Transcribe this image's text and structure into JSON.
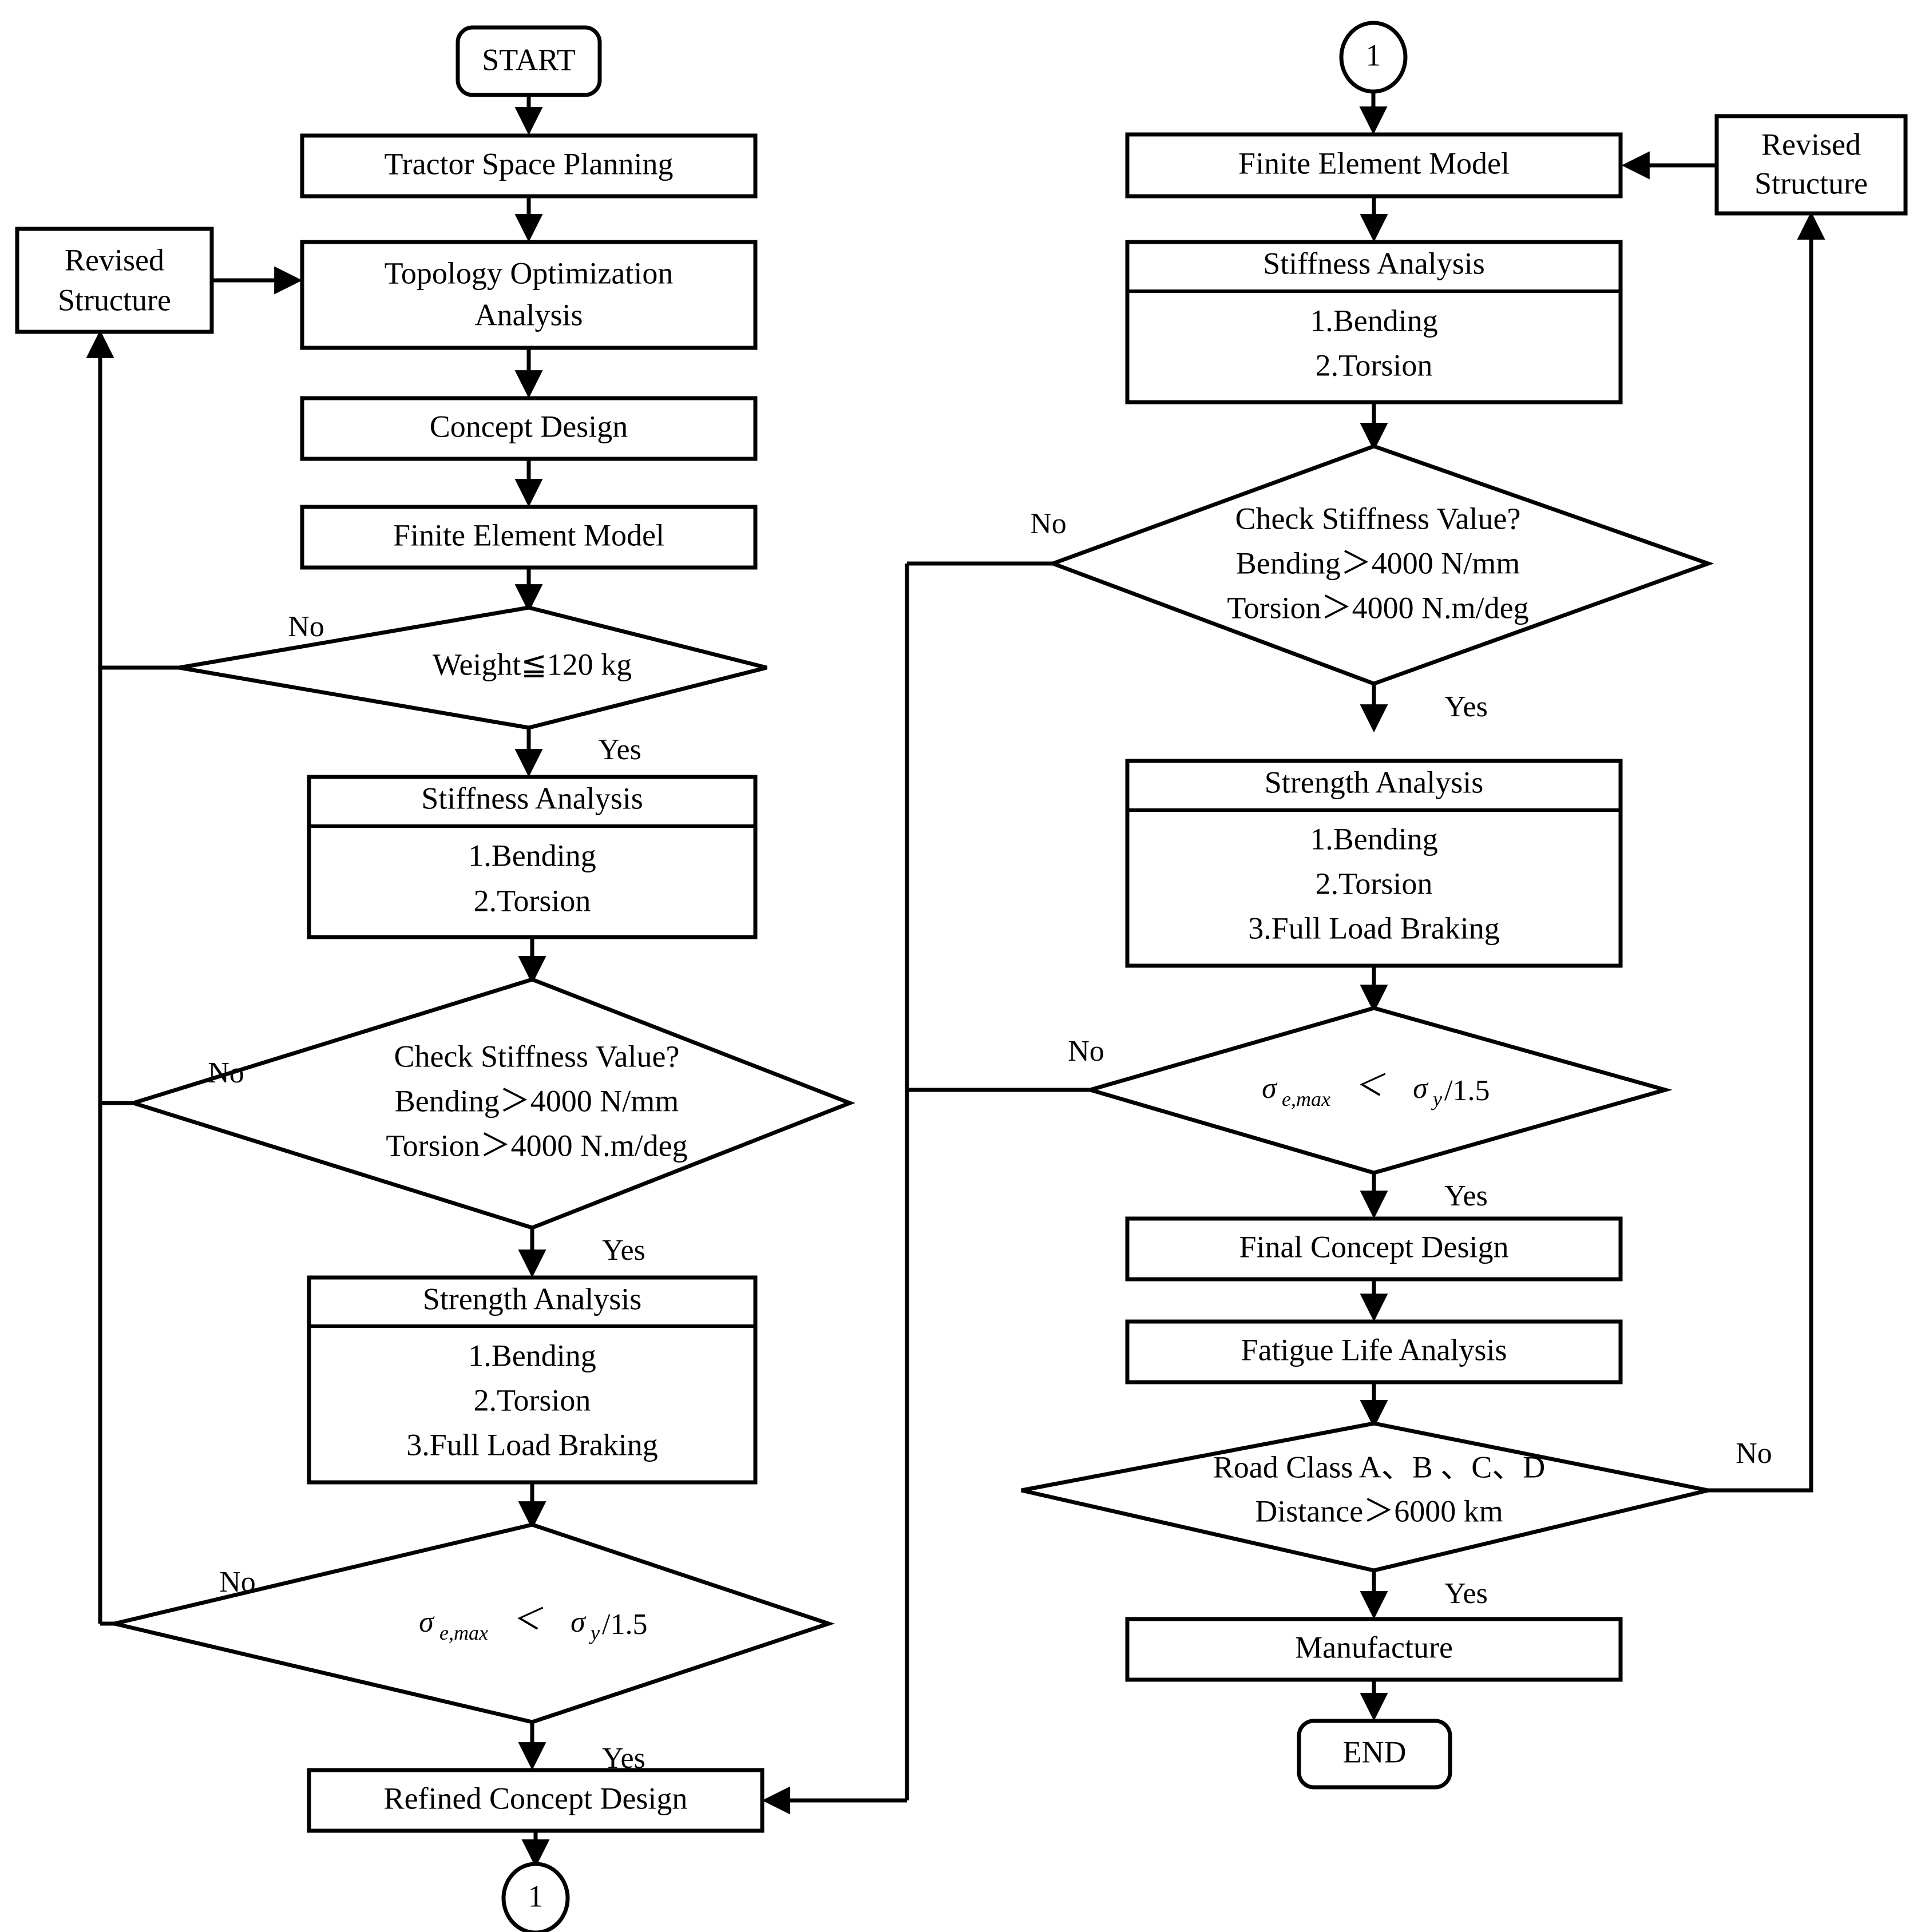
{
  "diagram": {
    "title": "Tractor Frame Design Process Flowchart",
    "type": "flowchart",
    "colors": {
      "stroke": "#000000",
      "fill": "#ffffff",
      "text": "#000000"
    }
  },
  "left_column": {
    "start": {
      "label": "START"
    },
    "tractor_space_planning": {
      "label": "Tractor  Space  Planning"
    },
    "topology_optimization": {
      "line1": "Topology  Optimization",
      "line2": "Analysis"
    },
    "concept_design": {
      "label": "Concept Design"
    },
    "finite_element_model": {
      "label": "Finite Element Model"
    },
    "weight_check": {
      "label": "Weight≦120  kg",
      "yes": "Yes",
      "no": "No"
    },
    "stiffness_analysis": {
      "header": "Stiffness Analysis",
      "items": [
        "1.Bending",
        "2.Torsion"
      ]
    },
    "stiffness_check": {
      "line1": "Check Stiffness Value?",
      "line2": "Bending＞4000  N/mm",
      "line3": "Torsion＞4000 N.m/deg",
      "yes": "Yes",
      "no": "No"
    },
    "strength_analysis": {
      "header": "Strength Analysis",
      "items": [
        "1.Bending",
        "2.Torsion",
        "3.Full Load Braking"
      ]
    },
    "strength_check": {
      "formula_sigma_e": "σ",
      "formula_sub_e": "e,max",
      "formula_lt": "＜",
      "formula_sigma_y": "σ",
      "formula_sub_y": "y",
      "formula_div": "/1.5",
      "yes": "Yes",
      "no": "No"
    },
    "refined_concept_design": {
      "label": "Refined Concept Design"
    },
    "revised_structure": {
      "line1": "Revised",
      "line2": "Structure"
    },
    "connector_out": {
      "label": "1"
    }
  },
  "right_column": {
    "connector_in": {
      "label": "1"
    },
    "finite_element_model": {
      "label": "Finite Element Model"
    },
    "revised_structure": {
      "line1": "Revised",
      "line2": "Structure"
    },
    "stiffness_analysis": {
      "header": "Stiffness Analysis",
      "items": [
        "1.Bending",
        "2.Torsion"
      ]
    },
    "stiffness_check": {
      "line1": "Check Stiffness Value?",
      "line2": "Bending＞4000  N/mm",
      "line3": "Torsion＞4000 N.m/deg",
      "yes": "Yes",
      "no": "No"
    },
    "strength_analysis": {
      "header": "Strength Analysis",
      "items": [
        "1.Bending",
        "2.Torsion",
        "3.Full Load Braking"
      ]
    },
    "strength_check": {
      "formula_sigma_e": "σ",
      "formula_sub_e": "e,max",
      "formula_lt": "＜",
      "formula_sigma_y": "σ",
      "formula_sub_y": "y",
      "formula_div": "/1.5",
      "yes": "Yes",
      "no": "No"
    },
    "final_concept_design": {
      "label": "Final Concept Design"
    },
    "fatigue_life_analysis": {
      "label": "Fatigue  Life Analysis"
    },
    "road_check": {
      "line1": "Road Class A、B 、C、D",
      "line2": "Distance＞6000  km",
      "yes": "Yes",
      "no": "No"
    },
    "manufacture": {
      "label": "Manufacture"
    },
    "end": {
      "label": "END"
    }
  }
}
